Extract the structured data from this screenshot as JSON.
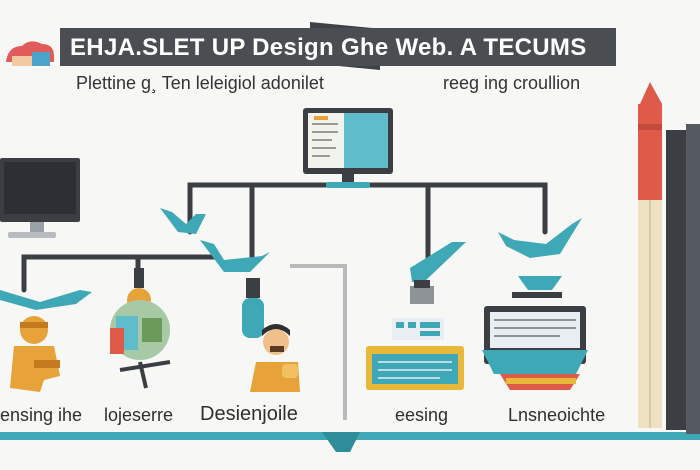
{
  "header": {
    "title": "EHJA.SLET UP Design Ghe Web. A TECUMS",
    "subtitle_left": "Plettine g¸ Ten leleigiol adonilet",
    "subtitle_right": "reeg  ing croullion"
  },
  "stages": [
    {
      "label": "ensing ihe"
    },
    {
      "label": "lojeserre"
    },
    {
      "label": "Desienjoile"
    },
    {
      "label": "eesing"
    },
    {
      "label": "Lnsneoichte"
    }
  ],
  "colors": {
    "teal": "#3fa8b6",
    "dark": "#3b3f44",
    "orange": "#e8a23a",
    "red": "#e05a4a"
  },
  "icons": [
    "cloud-icon",
    "monitor-icon",
    "desktop-icon",
    "person-icon",
    "microscope-icon",
    "designer-icon",
    "printer-icon",
    "keyboard-icon",
    "book-icon",
    "rocket-icon",
    "tower-icon"
  ]
}
